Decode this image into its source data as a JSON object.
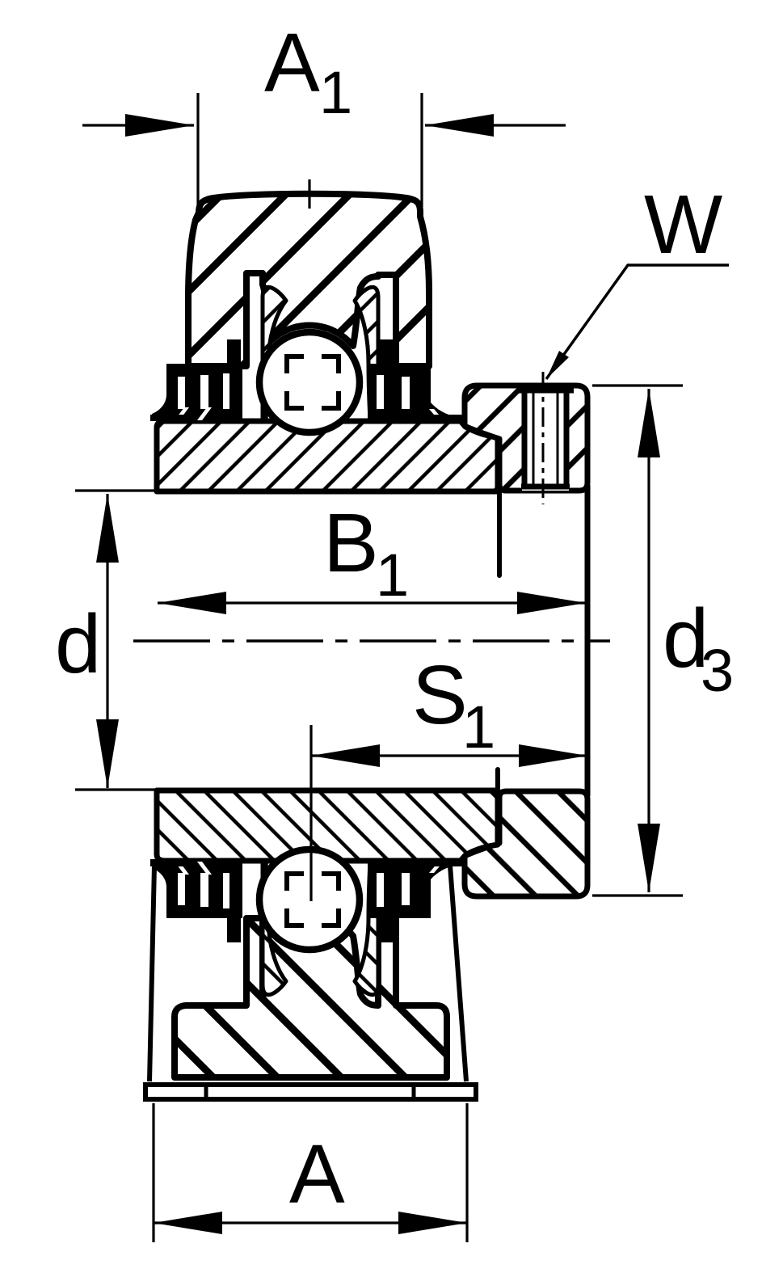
{
  "drawing": {
    "type": "engineering-cross-section",
    "subject": "radial insert ball bearing with eccentric locking collar",
    "background_color": "#ffffff",
    "line_color": "#000000"
  },
  "dimensions": {
    "a1": {
      "main": "A",
      "sub": "1"
    },
    "w": {
      "main": "W"
    },
    "b1": {
      "main": "B",
      "sub": "1"
    },
    "d": {
      "main": "d"
    },
    "s1": {
      "main": "S",
      "sub": "1"
    },
    "d3": {
      "main": "d",
      "sub": "3"
    },
    "a": {
      "main": "A"
    }
  }
}
